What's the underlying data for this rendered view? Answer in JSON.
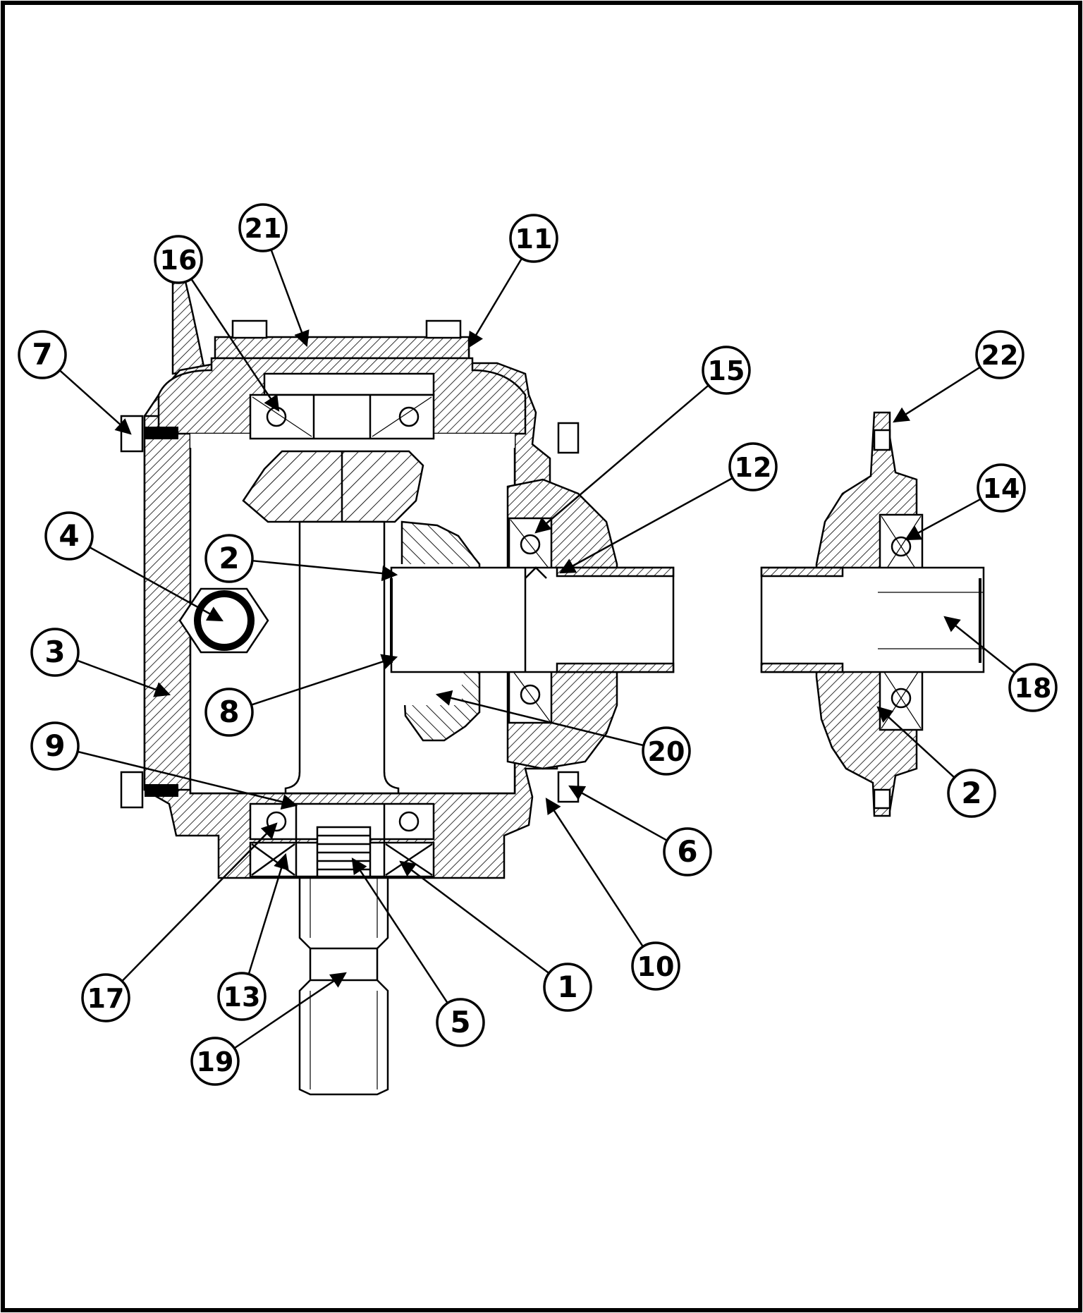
{
  "drawing": {
    "ink": "#000000",
    "paper": "#ffffff",
    "callouts": [
      {
        "id": "c1",
        "label": "1"
      },
      {
        "id": "c2a",
        "label": "2"
      },
      {
        "id": "c2b",
        "label": "2"
      },
      {
        "id": "c3",
        "label": "3"
      },
      {
        "id": "c4",
        "label": "4"
      },
      {
        "id": "c5",
        "label": "5"
      },
      {
        "id": "c6",
        "label": "6"
      },
      {
        "id": "c7",
        "label": "7"
      },
      {
        "id": "c8",
        "label": "8"
      },
      {
        "id": "c9",
        "label": "9"
      },
      {
        "id": "c10",
        "label": "10"
      },
      {
        "id": "c11",
        "label": "11"
      },
      {
        "id": "c12",
        "label": "12"
      },
      {
        "id": "c13",
        "label": "13"
      },
      {
        "id": "c14",
        "label": "14"
      },
      {
        "id": "c15",
        "label": "15"
      },
      {
        "id": "c16",
        "label": "16"
      },
      {
        "id": "c17",
        "label": "17"
      },
      {
        "id": "c18",
        "label": "18"
      },
      {
        "id": "c19",
        "label": "19"
      },
      {
        "id": "c20",
        "label": "20"
      },
      {
        "id": "c21",
        "label": "21"
      },
      {
        "id": "c22",
        "label": "22"
      }
    ]
  }
}
